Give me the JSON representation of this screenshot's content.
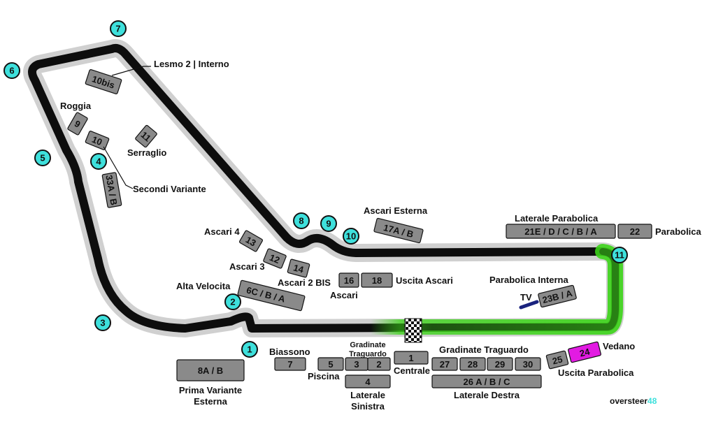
{
  "turns": [
    "1",
    "2",
    "3",
    "4",
    "5",
    "6",
    "7",
    "8",
    "9",
    "10",
    "11"
  ],
  "grandstands": {
    "s10bis": "10bis",
    "s9": "9",
    "s10": "10",
    "s11": "11",
    "s33": "33A / B",
    "s13": "13",
    "s12": "12",
    "s14": "14",
    "s6c": "6C / B / A",
    "s16": "16",
    "s18": "18",
    "s17": "17A / B",
    "s21": "21E / D / C / B / A",
    "s22": "22",
    "s23": "23B / A",
    "s8a": "8A / B",
    "s7": "7",
    "s5": "5",
    "s3": "3",
    "s2": "2",
    "s4": "4",
    "s1": "1",
    "s27": "27",
    "s28": "28",
    "s29": "29",
    "s30": "30",
    "s26": "26 A / B / C",
    "s25": "25",
    "s24": "24"
  },
  "labels": {
    "lesmo": "Lesmo 2 | Interno",
    "roggia": "Roggia",
    "serraglio": "Serraglio",
    "secondi": "Secondi Variante",
    "ascari4": "Ascari 4",
    "ascari3": "Ascari 3",
    "ascari2bis": "Ascari 2 BIS",
    "alta": "Alta Velocita",
    "ascari": "Ascari",
    "uscita_ascari": "Uscita Ascari",
    "ascari_esterna": "Ascari Esterna",
    "laterale_parabolica": "Laterale Parabolica",
    "parabolica": "Parabolica",
    "parabolica_interna": "Parabolica Interna",
    "tv": "TV",
    "biassono": "Biassono",
    "gradinate_traguardo_small_1": "Gradinate",
    "gradinate_traguardo_small_2": "Traguardo",
    "piscina": "Piscina",
    "centrale": "Centrale",
    "gradinate_traguardo": "Gradinate Traguardo",
    "vedano": "Vedano",
    "uscita_parabolica": "Uscita Parabolica",
    "prima_variante_1": "Prima Variante",
    "prima_variante_2": "Esterna",
    "laterale_sinistra_1": "Laterale",
    "laterale_sinistra_2": "Sinistra",
    "laterale_destra": "Laterale Destra"
  },
  "brand": {
    "part1": "oversteer",
    "part2": "48"
  },
  "colors": {
    "track": "#0d0d0d",
    "runoff": "#d0d0d0",
    "drs_zone": "#3bd418",
    "turn_marker": "#3ee0dc",
    "grandstand": "#8a8a8a",
    "highlight_stand": "#e21be2",
    "tv_marker": "#1a237e",
    "brand_accent": "#3ee0dc"
  }
}
